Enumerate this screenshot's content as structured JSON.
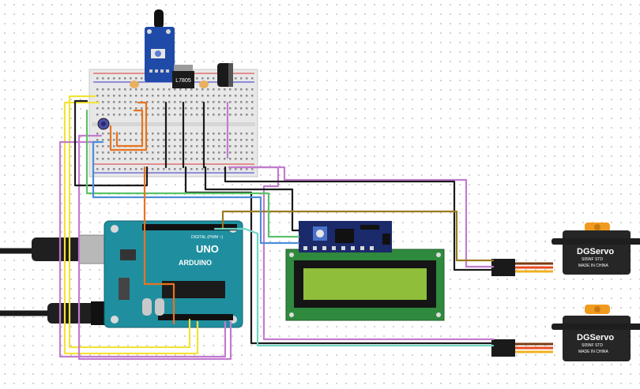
{
  "components": {
    "arduino": {
      "brand_label": "ARDUINO",
      "model_label": "UNO",
      "digital_label": "DIGITAL (PWM ~)"
    },
    "regulator": {
      "label": "L7805"
    },
    "servo_top": {
      "brand": "DGServo",
      "model": "S05NF STD",
      "origin": "MADE IN CHINA"
    },
    "servo_bottom": {
      "brand": "DGServo",
      "model": "S05NF STD",
      "origin": "MADE IN CHINA"
    }
  },
  "colors": {
    "wire_black": "#1a1a1a",
    "wire_yellow": "#f2e33a",
    "wire_purple": "#c27bd0",
    "wire_green": "#59c26a",
    "wire_olive": "#9a7a1f",
    "wire_orange": "#e8731f",
    "wire_teal": "#6fd6c5",
    "wire_blue": "#4a8fd8",
    "arduino_board": "#1f8fa0",
    "lcd_screen": "#8fbf3a",
    "lcd_pcb": "#2f8a3d",
    "i2c_backpack": "#1a2a6a",
    "sensor_pcb": "#1f4aa8",
    "servo_body": "#262626",
    "servo_horn": "#f09b1f",
    "breadboard": "#e8e8e8"
  }
}
